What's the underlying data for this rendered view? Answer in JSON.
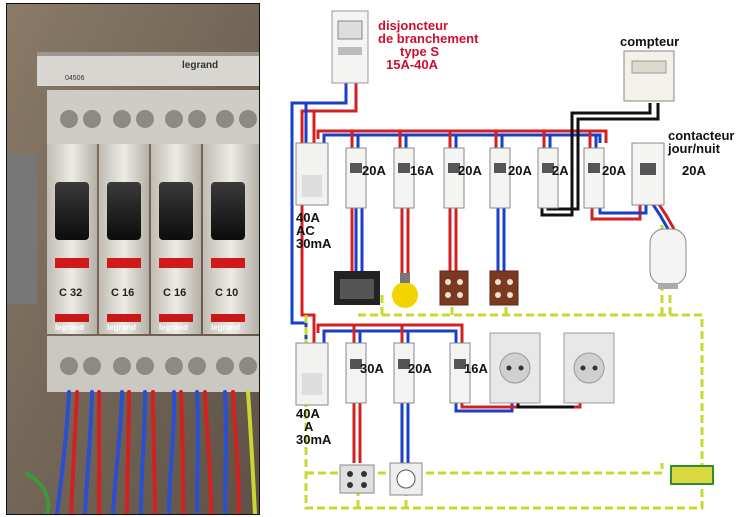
{
  "photo": {
    "brand_labels": [
      "legrand",
      "legrand",
      "legrand",
      "legrand",
      "legrand"
    ],
    "part_number": "04506",
    "breakers": [
      {
        "rating": "C 32"
      },
      {
        "rating": "C 16"
      },
      {
        "rating": "C 16"
      },
      {
        "rating": "C 10"
      }
    ]
  },
  "diagram": {
    "main_breaker": {
      "line1": "disjoncteur",
      "line2": "de branchement",
      "line3": "type S",
      "line4": "15A-40A"
    },
    "meter_label": "compteur",
    "contactor_label": {
      "line1": "contacteur",
      "line2": "jour/nuit"
    },
    "rcd_top": {
      "line1": "40A",
      "line2": "AC",
      "line3": "30mA"
    },
    "rcd_bottom": {
      "line1": "40A",
      "line2": "A",
      "line3": "30mA"
    },
    "top_breakers": [
      "20A",
      "16A",
      "20A",
      "20A",
      "2A",
      "20A",
      "20A"
    ],
    "bottom_breakers": [
      "30A",
      "20A",
      "16A"
    ],
    "colors": {
      "phase": "#d42020",
      "neutral": "#1a3fc9",
      "earth": "#c8d830",
      "label_red": "#c8102e"
    }
  }
}
